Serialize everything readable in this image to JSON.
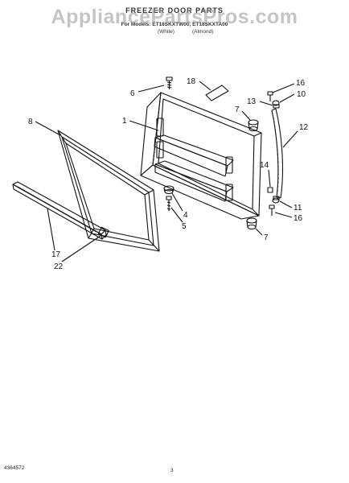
{
  "header": {
    "title": "FREEZER DOOR PARTS",
    "models": "For Models: ET18SKXTW00, ET18SKXTA00",
    "variant_white": "(White)",
    "variant_almond": "(Almond)"
  },
  "watermark": "AppliancePartsPros.com",
  "callouts": {
    "c1": "1",
    "c4": "4",
    "c5": "5",
    "c6": "6",
    "c7a": "7",
    "c7b": "7",
    "c8": "8",
    "c10": "10",
    "c11": "11",
    "c12": "12",
    "c13": "13",
    "c14": "14",
    "c16a": "16",
    "c16b": "16",
    "c17": "17",
    "c18": "18",
    "c22": "22"
  },
  "footer": {
    "doc_number": "4364572",
    "page_number": "3"
  }
}
